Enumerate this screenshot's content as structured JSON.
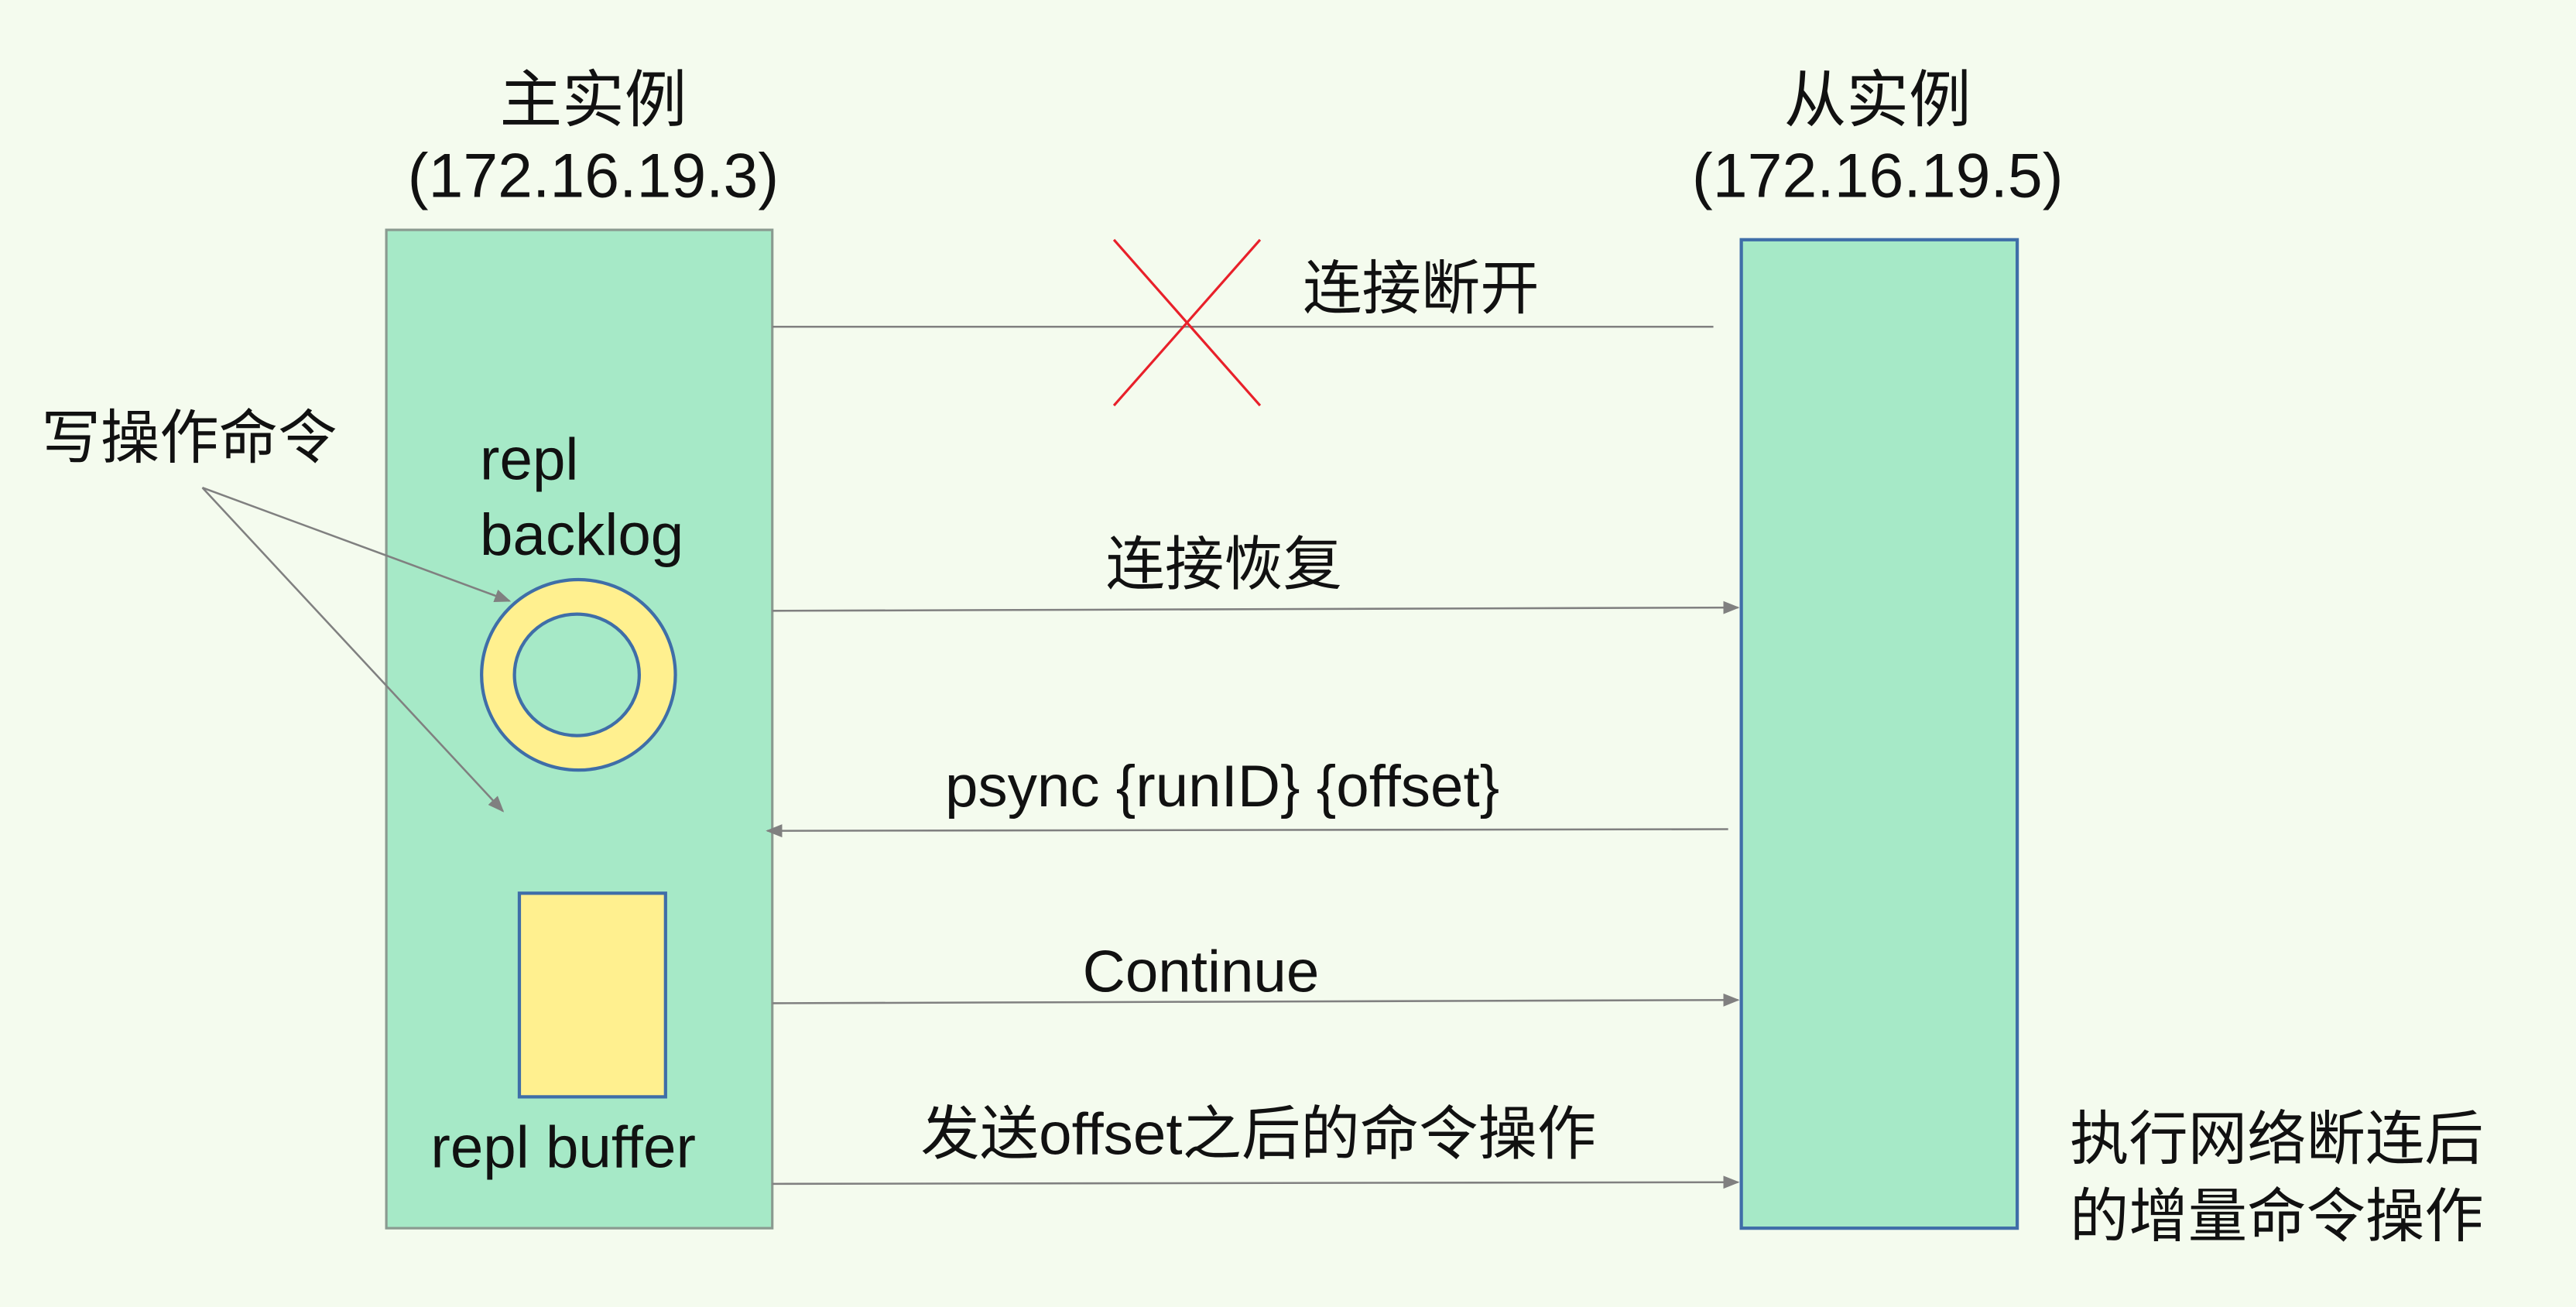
{
  "master": {
    "title": "主实例",
    "ip": "(172.16.19.3)",
    "backlog_line1": "repl",
    "backlog_line2": "backlog",
    "buffer_label": "repl buffer"
  },
  "slave": {
    "title": "从实例",
    "ip": "(172.16.19.5)",
    "note_line1": "执行网络断连后",
    "note_line2": "的增量命令操作"
  },
  "write_commands_label": "写操作命令",
  "messages": [
    {
      "label": "连接断开",
      "direction": "none",
      "broken": true
    },
    {
      "label": "连接恢复",
      "direction": "master-to-slave"
    },
    {
      "label": "psync {runID} {offset}",
      "direction": "slave-to-master"
    },
    {
      "label": "Continue",
      "direction": "master-to-slave"
    },
    {
      "label": "发送offset之后的命令操作",
      "direction": "master-to-slave"
    }
  ],
  "colors": {
    "background": "#f4fbee",
    "box_fill": "#a6e9c7",
    "yellow": "#fff08f",
    "border_blue": "#3f6ea8",
    "line_gray": "#808080",
    "cross_red": "#e8202a"
  }
}
